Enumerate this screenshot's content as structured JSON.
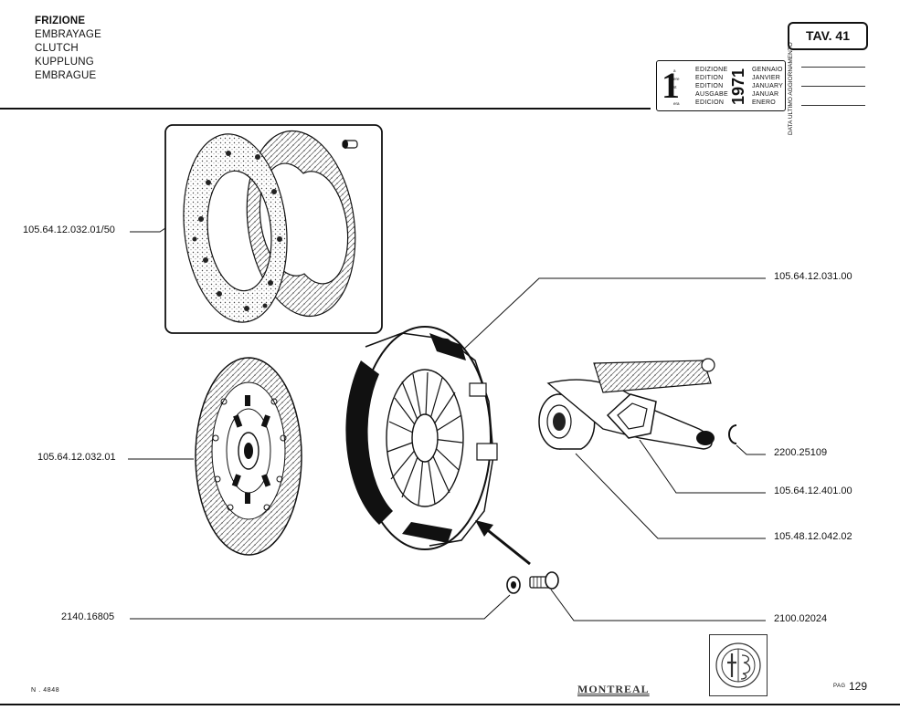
{
  "header": {
    "titles": [
      "FRIZIONE",
      "EMBRAYAGE",
      "CLUTCH",
      "KUPPLUNG",
      "EMBRAGUE"
    ],
    "tav": "TAV. 41"
  },
  "edition": {
    "number": "1",
    "ordinals": [
      "a",
      "ere",
      "st",
      "",
      "era"
    ],
    "labels": [
      "EDIZIONE",
      "EDITION",
      "EDITION",
      "AUSGABE",
      "EDICION"
    ],
    "year": "1971",
    "months": [
      "GENNAIO",
      "JANVIER",
      "JANUARY",
      "JANUAR",
      "ENERO"
    ],
    "update_label": "DATA ULTIMO AGGIORNAMENTO"
  },
  "parts": {
    "lining_set": "105.64.12.032.01/50",
    "clutch_disc": "105.64.12.032.01",
    "pressure_plate": "105.64.12.031.00",
    "circlip": "2200.25109",
    "release_fork": "105.64.12.401.00",
    "release_bearing": "105.48.12.042.02",
    "washer": "2140.16805",
    "bolt": "2100.02024"
  },
  "footer": {
    "doc_number": "N . 4848",
    "brand": "MONTREAL",
    "page_prefix": "PAG",
    "page_number": "129"
  },
  "icons": {
    "logo": "alfa-romeo-logo-icon"
  }
}
